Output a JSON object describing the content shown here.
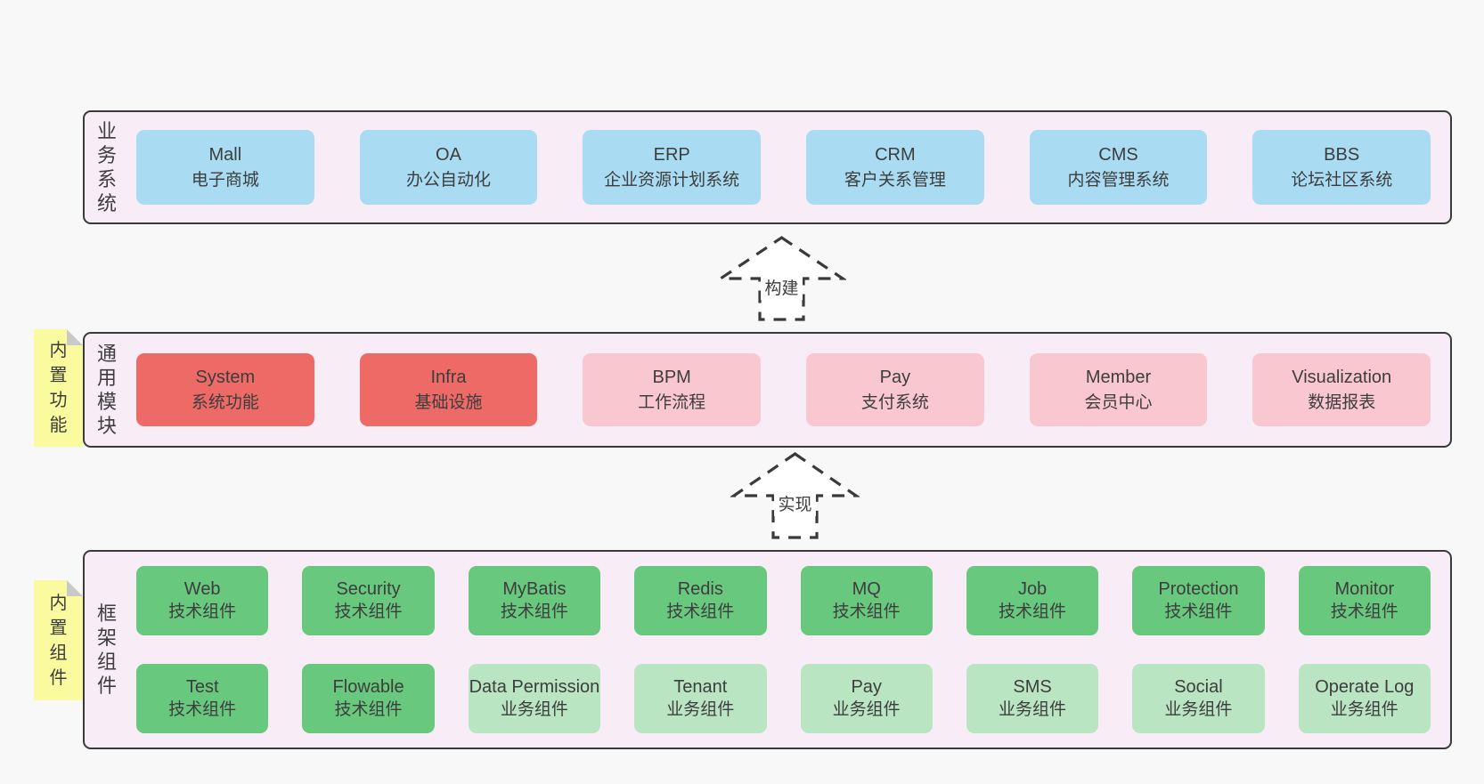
{
  "colors": {
    "page_bg": "#f8f8f8",
    "panel_bg": "#f8edf7",
    "panel_border": "#3a3a3a",
    "blue_box": "#a9dcf2",
    "red_box": "#ed6a66",
    "pink_box": "#f9c7d0",
    "green_dark_box": "#68c87d",
    "green_light_box": "#b9e5c3",
    "sticky_yellow": "#fafa9e",
    "sticky_fold_gray": "#c9c9c9",
    "text": "#3d3d3d"
  },
  "layers": [
    {
      "label": "业务系统",
      "boxes": [
        {
          "en": "Mall",
          "zh": "电子商城",
          "variant": "blue"
        },
        {
          "en": "OA",
          "zh": "办公自动化",
          "variant": "blue"
        },
        {
          "en": "ERP",
          "zh": "企业资源计划系统",
          "variant": "blue"
        },
        {
          "en": "CRM",
          "zh": "客户关系管理",
          "variant": "blue"
        },
        {
          "en": "CMS",
          "zh": "内容管理系统",
          "variant": "blue"
        },
        {
          "en": "BBS",
          "zh": "论坛社区系统",
          "variant": "blue"
        }
      ]
    },
    {
      "label": "通用模块",
      "sticky": "内置功能",
      "boxes": [
        {
          "en": "System",
          "zh": "系统功能",
          "variant": "red"
        },
        {
          "en": "Infra",
          "zh": "基础设施",
          "variant": "red"
        },
        {
          "en": "BPM",
          "zh": "工作流程",
          "variant": "pink"
        },
        {
          "en": "Pay",
          "zh": "支付系统",
          "variant": "pink"
        },
        {
          "en": "Member",
          "zh": "会员中心",
          "variant": "pink"
        },
        {
          "en": "Visualization",
          "zh": "数据报表",
          "variant": "pink"
        }
      ]
    },
    {
      "label": "框架组件",
      "sticky": "内置组件",
      "rows": [
        [
          {
            "en": "Web",
            "zh": "技术组件",
            "variant": "green-dark"
          },
          {
            "en": "Security",
            "zh": "技术组件",
            "variant": "green-dark"
          },
          {
            "en": "MyBatis",
            "zh": "技术组件",
            "variant": "green-dark"
          },
          {
            "en": "Redis",
            "zh": "技术组件",
            "variant": "green-dark"
          },
          {
            "en": "MQ",
            "zh": "技术组件",
            "variant": "green-dark"
          },
          {
            "en": "Job",
            "zh": "技术组件",
            "variant": "green-dark"
          },
          {
            "en": "Protection",
            "zh": "技术组件",
            "variant": "green-dark"
          },
          {
            "en": "Monitor",
            "zh": "技术组件",
            "variant": "green-dark"
          }
        ],
        [
          {
            "en": "Test",
            "zh": "技术组件",
            "variant": "green-dark"
          },
          {
            "en": "Flowable",
            "zh": "技术组件",
            "variant": "green-dark"
          },
          {
            "en": "Data Permission",
            "zh": "业务组件",
            "variant": "green-light"
          },
          {
            "en": "Tenant",
            "zh": "业务组件",
            "variant": "green-light"
          },
          {
            "en": "Pay",
            "zh": "业务组件",
            "variant": "green-light"
          },
          {
            "en": "SMS",
            "zh": "业务组件",
            "variant": "green-light"
          },
          {
            "en": "Social",
            "zh": "业务组件",
            "variant": "green-light"
          },
          {
            "en": "Operate Log",
            "zh": "业务组件",
            "variant": "green-light"
          }
        ]
      ]
    }
  ],
  "arrows": [
    {
      "label": "构建"
    },
    {
      "label": "实现"
    }
  ]
}
